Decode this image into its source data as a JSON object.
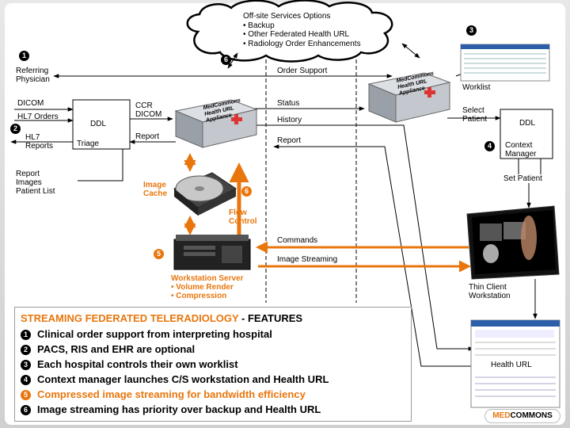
{
  "cloud": {
    "title": "Off-site Services Options",
    "items": [
      "• Backup",
      "• Other Federated Health URL",
      "• Radiology Order Enhancements"
    ]
  },
  "appliance": {
    "brand": "MedCommons",
    "line1": "Health URL",
    "line2": "Appliance"
  },
  "labels": {
    "referring_physician_1": "Referring",
    "referring_physician_2": "Physician",
    "dicom_left": "DICOM",
    "hl7_orders": "HL7 Orders",
    "hl7_reports_1": "HL7",
    "hl7_reports_2": "Reports",
    "ddl_left": "DDL",
    "triage": "Triage",
    "ccr": "CCR",
    "dicom_mid": "DICOM",
    "report_mid": "Report",
    "report_list_1": "Report",
    "report_list_2": "Images",
    "report_list_3": "Patient List",
    "image_cache_1": "Image",
    "image_cache_2": "Cache",
    "flow_control_1": "Flow",
    "flow_control_2": "Control",
    "ws_server": "Workstation Server",
    "ws_volume": "• Volume Render",
    "ws_compression": "• Compression",
    "order_support": "Order Support",
    "status": "Status",
    "history": "History",
    "report_right": "Report",
    "commands": "Commands",
    "image_streaming": "Image Streaming",
    "worklist": "Worklist",
    "select_patient_1": "Select",
    "select_patient_2": "Patient",
    "ddl_right": "DDL",
    "context_manager_1": "Context",
    "context_manager_2": "Manager",
    "set_patient": "Set Patient",
    "thin_client_1": "Thin Client",
    "thin_client_2": "Workstation",
    "health_url": "Health URL"
  },
  "badges": {
    "n1": "1",
    "n2": "2",
    "n3": "3",
    "n4": "4",
    "n5": "5",
    "n6": "6"
  },
  "features": {
    "title_highlight": "STREAMING FEDERATED TELERADIOLOGY",
    "title_rest": " - FEATURES",
    "rows": [
      {
        "num": "1",
        "text": "Clinical order support from interpreting hospital",
        "highlight": false
      },
      {
        "num": "2",
        "text": "PACS, RIS and EHR are optional",
        "highlight": false
      },
      {
        "num": "3",
        "text": "Each hospital controls their own worklist",
        "highlight": false
      },
      {
        "num": "4",
        "text": "Context manager launches C/S workstation and Health URL",
        "highlight": false
      },
      {
        "num": "5",
        "text": "Compressed image streaming for bandwidth efficiency",
        "highlight": true
      },
      {
        "num": "6",
        "text": "Image streaming has priority over backup and Health URL",
        "highlight": false
      }
    ]
  },
  "logo": {
    "prefix": "MED",
    "rest": "COMMONS"
  },
  "colors": {
    "accent": "#e8760c",
    "line": "#000000"
  }
}
